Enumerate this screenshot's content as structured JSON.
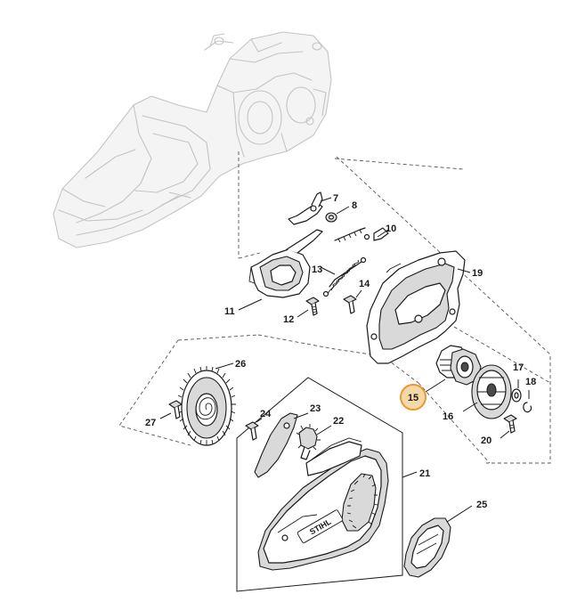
{
  "callouts": {
    "c7": "7",
    "c8": "8",
    "c10": "10",
    "c11": "11",
    "c12": "12",
    "c13": "13",
    "c14": "14",
    "c15": "15",
    "c16": "16",
    "c17": "17",
    "c18": "18",
    "c19": "19",
    "c20": "20",
    "c21": "21",
    "c22": "22",
    "c23": "23",
    "c24": "24",
    "c25": "25",
    "c26": "26",
    "c27": "27"
  },
  "branding": {
    "cover_logo": "STIHL"
  },
  "highlight": {
    "part": "15",
    "fill": "#f6d7a7",
    "stroke": "#e8992c"
  }
}
